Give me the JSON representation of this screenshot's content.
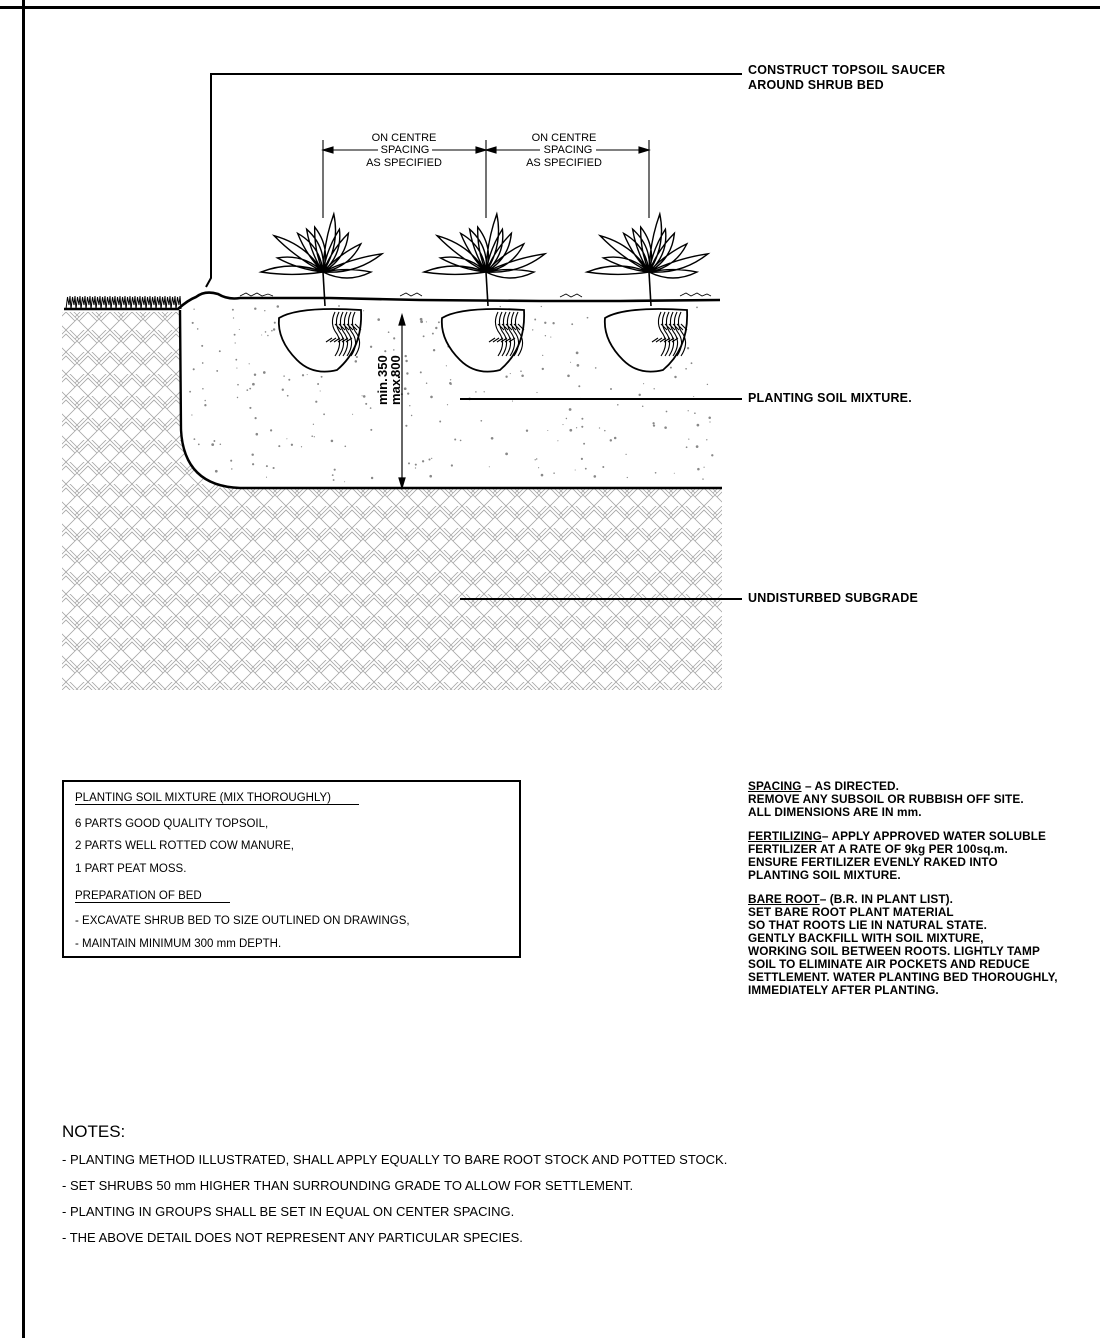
{
  "callouts": {
    "topsoil_saucer": [
      "CONSTRUCT TOPSOIL SAUCER",
      "AROUND SHRUB BED"
    ],
    "planting_soil": "PLANTING SOIL MIXTURE.",
    "subgrade": "UNDISTURBED SUBGRADE"
  },
  "spacing_dim": {
    "line1": "ON CENTRE",
    "line2": "SPACING",
    "line3": "AS SPECIFIED"
  },
  "depth_dim": {
    "min_label": "min.",
    "min_value": "350",
    "max_label": "max.",
    "max_value": "800"
  },
  "mixture_box": {
    "heading": "PLANTING SOIL MIXTURE (MIX THOROUGHLY)",
    "items": [
      "6 PARTS GOOD QUALITY TOPSOIL,",
      "2 PARTS WELL ROTTED COW MANURE,",
      "1 PART PEAT MOSS."
    ],
    "prep_heading": "PREPARATION OF BED",
    "prep_items": [
      "- EXCAVATE SHRUB BED TO SIZE OUTLINED ON DRAWINGS,",
      "- MAINTAIN MINIMUM 300 mm DEPTH."
    ]
  },
  "specs": {
    "spacing_kw": "SPACING",
    "spacing_lines": [
      " – AS DIRECTED.",
      "REMOVE ANY SUBSOIL OR RUBBISH OFF SITE.",
      "ALL DIMENSIONS ARE IN mm."
    ],
    "fert_kw": "FERTILIZING",
    "fert_lines": [
      "– APPLY APPROVED WATER SOLUBLE",
      "FERTILIZER AT A RATE OF 9kg PER 100sq.m.",
      "ENSURE FERTILIZER EVENLY RAKED INTO",
      "PLANTING SOIL MIXTURE."
    ],
    "bare_kw": "BARE ROOT",
    "bare_lines": [
      "– (B.R. IN PLANT LIST).",
      "SET BARE ROOT PLANT MATERIAL",
      "SO THAT ROOTS LIE IN NATURAL STATE.",
      "GENTLY BACKFILL WITH SOIL MIXTURE,",
      "WORKING SOIL BETWEEN ROOTS. LIGHTLY TAMP",
      "SOIL TO ELIMINATE AIR POCKETS AND REDUCE",
      "SETTLEMENT. WATER PLANTING BED THOROUGHLY,",
      "IMMEDIATELY AFTER PLANTING."
    ]
  },
  "notes": {
    "title": "NOTES:",
    "items": [
      "- PLANTING METHOD ILLUSTRATED, SHALL APPLY EQUALLY TO BARE ROOT STOCK AND POTTED STOCK.",
      "- SET SHRUBS 50 mm HIGHER THAN SURROUNDING GRADE TO ALLOW FOR SETTLEMENT.",
      "- PLANTING IN GROUPS SHALL BE SET IN EQUAL ON CENTER SPACING.",
      "- THE ABOVE DETAIL DOES NOT REPRESENT ANY PARTICULAR SPECIES."
    ]
  },
  "colors": {
    "ink": "#000000",
    "hatch": "#9a9a9a",
    "stipple": "#8a8a8a"
  },
  "icons": [
    "shrub-icon",
    "grass-icon"
  ]
}
